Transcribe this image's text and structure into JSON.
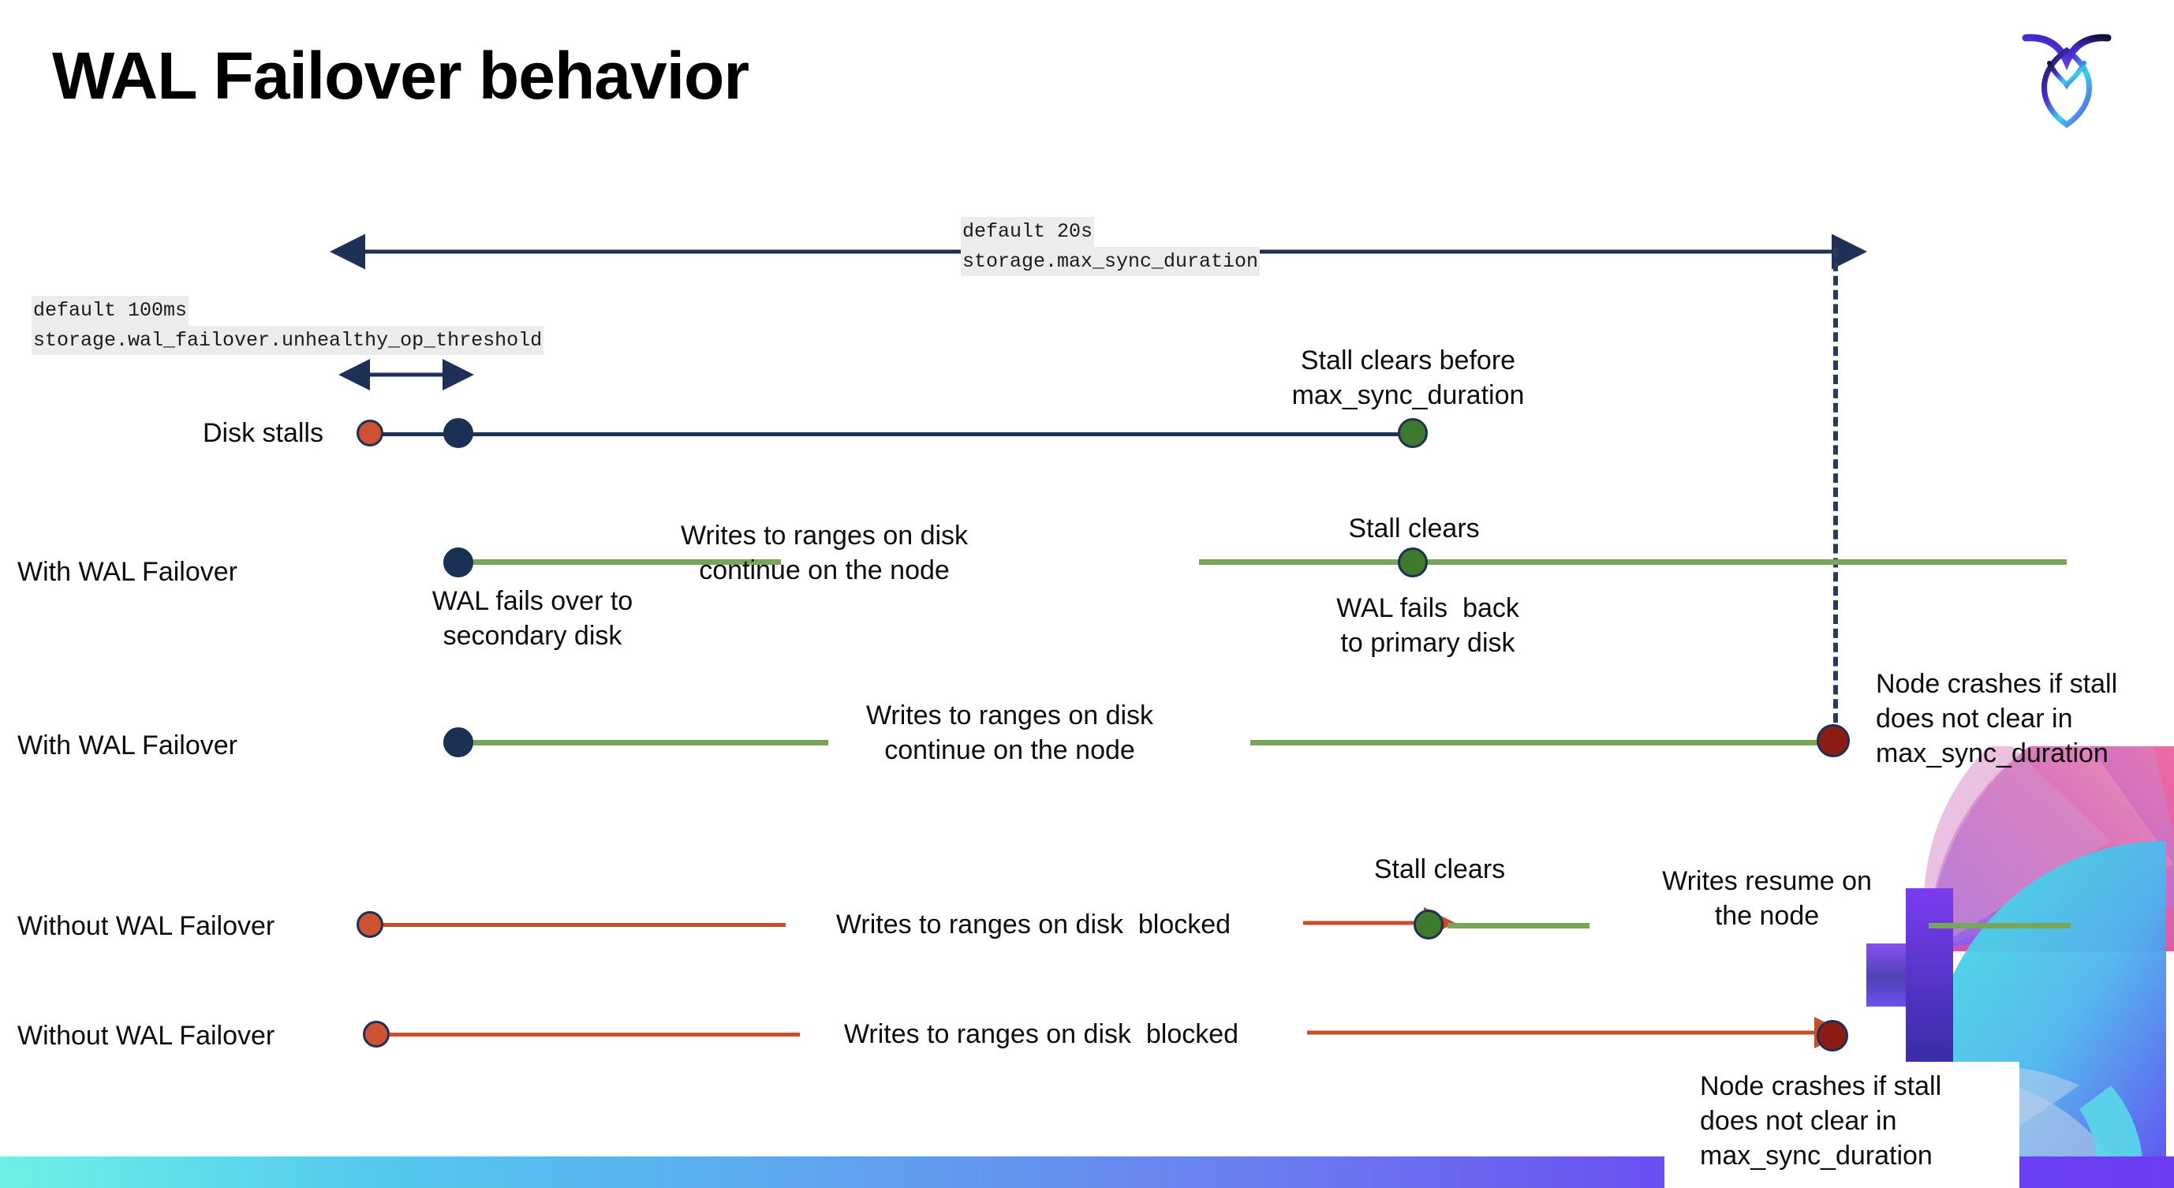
{
  "slide": {
    "title": "WAL Failover behavior",
    "logo_name": "cockroachdb-logo"
  },
  "settings": {
    "max_sync": {
      "default": "default 20s",
      "name": "storage.max_sync_duration"
    },
    "unhealthy": {
      "default": "default 100ms",
      "name": "storage.wal_failover.unhealthy_op_threshold"
    }
  },
  "rows": {
    "disk_stalls": {
      "label": "Disk stalls",
      "note": "Stall clears before\nmax_sync_duration"
    },
    "with_failover_1": {
      "label": "With WAL Failover",
      "note_start": "WAL fails over to\nsecondary disk",
      "note_mid": "Writes to ranges on disk\ncontinue on the node",
      "note_clear": "Stall clears",
      "note_back": "WAL fails  back\nto primary disk"
    },
    "with_failover_2": {
      "label": "With WAL Failover",
      "note_mid": "Writes to ranges on disk\ncontinue on the node",
      "note_crash": "Node crashes if stall\ndoes not clear in\nmax_sync_duration"
    },
    "without_failover_1": {
      "label": "Without WAL Failover",
      "note_mid": "Writes to ranges on disk  blocked",
      "note_clear": "Stall clears",
      "note_resume": "Writes resume on\nthe node"
    },
    "without_failover_2": {
      "label": "Without WAL Failover",
      "note_mid": "Writes to ranges on disk  blocked",
      "note_crash": "Node crashes if stall\ndoes not clear in\nmax_sync_duration"
    }
  },
  "colors": {
    "navy": "#1f3057",
    "green": "#77a55a",
    "green_dot": "#3e7a2e",
    "red_line": "#c4502a",
    "red_dot": "#cf5233",
    "dark_red_dot": "#8e1b13",
    "code_bg": "#ececec"
  }
}
